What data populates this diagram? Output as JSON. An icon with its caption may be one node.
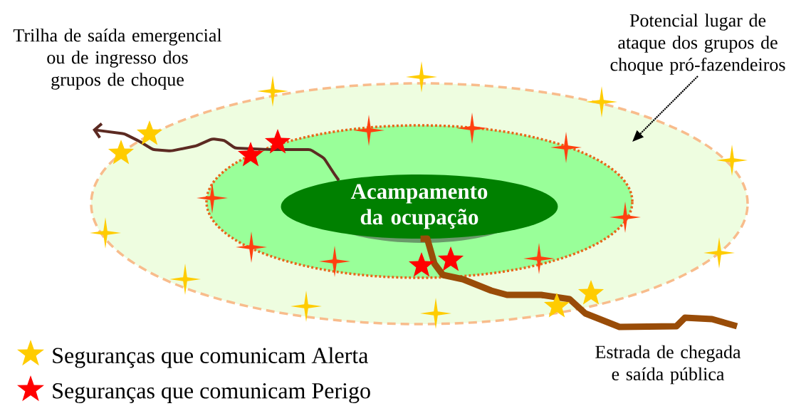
{
  "diagram": {
    "nodes": [
      {
        "text": [],
        "shape": "ellipse"
      },
      {
        "text": [],
        "shape": "ellipse",
        "in": 0
      },
      {
        "text": [
          "Acampamento da ocupação"
        ],
        "in": 1
      },
      {
        "text": [
          "Potencial lugar de ataque dos grupos de choque pró-fazendeiros"
        ]
      }
    ],
    "edges": [
      {
        "from": 2,
        "to": null,
        "arrow": "to",
        "color": "#5c2a22"
      },
      {
        "from": 2,
        "to": null,
        "arrow": "none",
        "style": "thick",
        "color": "#994c08"
      },
      {
        "from": 3,
        "to": 0,
        "arrow": "to",
        "style": "dashed",
        "color": "#000000"
      }
    ],
    "labels": [
      "Trilha de saída emergencial ou de ingresso dos grupos de choque",
      "Estrada de chegada e saída pública"
    ],
    "legend": [
      {
        "text": "Seguranças que comunicam Alerta"
      },
      {
        "text": "Seguranças que comunicam Perigo"
      }
    ]
  }
}
